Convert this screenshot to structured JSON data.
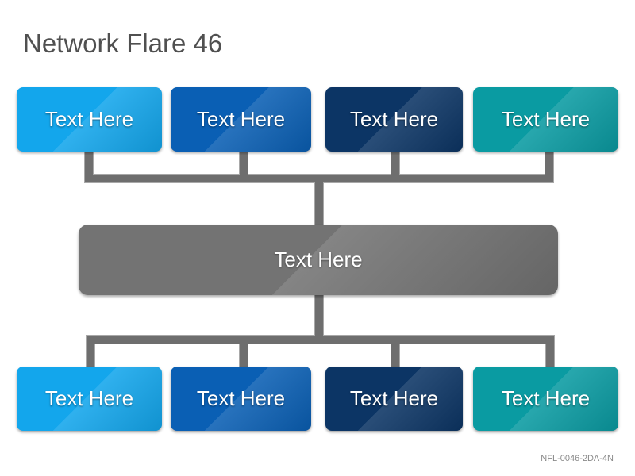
{
  "title": "Network Flare 46",
  "hub": {
    "label": "Text Here",
    "color": "#737373"
  },
  "top_boxes": [
    {
      "label": "Text Here",
      "color": "#13a6ec"
    },
    {
      "label": "Text Here",
      "color": "#0a5fb4"
    },
    {
      "label": "Text Here",
      "color": "#0c3565"
    },
    {
      "label": "Text Here",
      "color": "#0a9ba2"
    }
  ],
  "bottom_boxes": [
    {
      "label": "Text Here",
      "color": "#13a6ec"
    },
    {
      "label": "Text Here",
      "color": "#0a5fb4"
    },
    {
      "label": "Text Here",
      "color": "#0c3565"
    },
    {
      "label": "Text Here",
      "color": "#0a9ba2"
    }
  ],
  "connector_color": "#6e6e6e",
  "footer_code": "NFL-0046-2DA-4N"
}
